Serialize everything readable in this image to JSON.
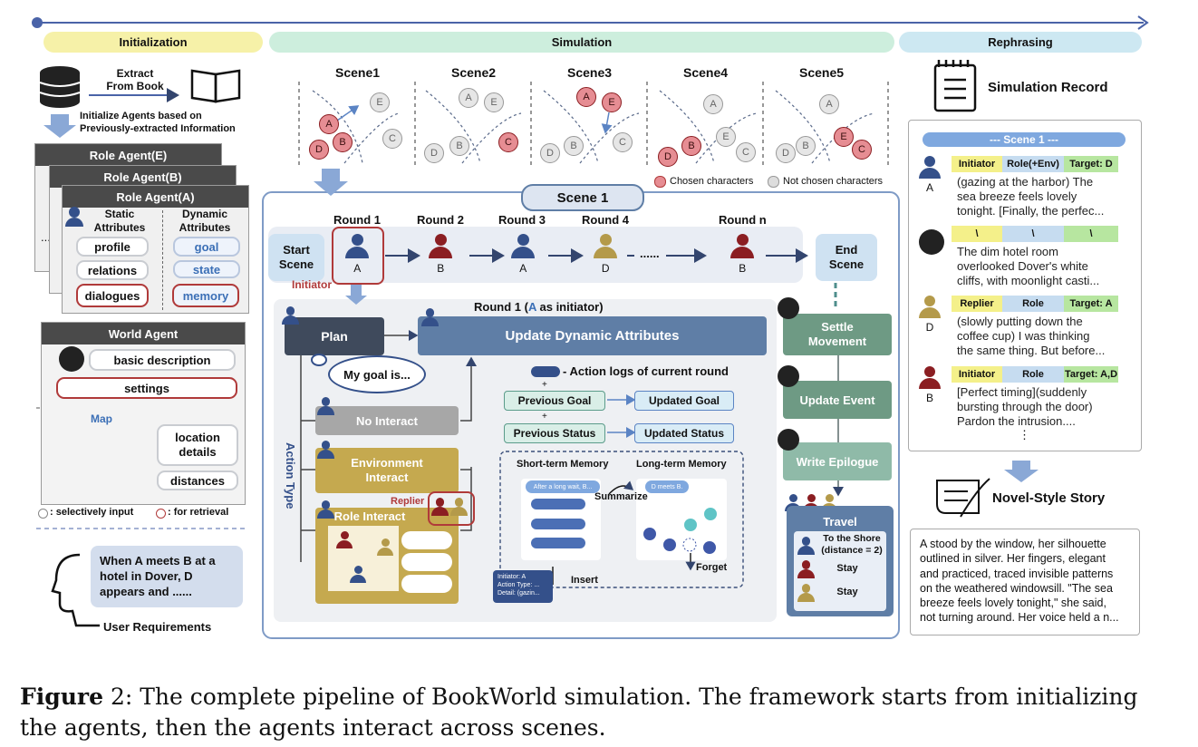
{
  "stages": {
    "initialization": "Initialization",
    "simulation": "Simulation",
    "rephrasing": "Rephrasing"
  },
  "init": {
    "extract_label": "Extract\nFrom Book",
    "initialize_label": "Initialize Agents based on\nPreviously-extracted Information",
    "role_agent_e": "Role Agent(E)",
    "role_agent_b": "Role Agent(B)",
    "role_agent_a": "Role Agent(A)",
    "static_attributes": "Static\nAttributes",
    "dynamic_attributes": "Dynamic\nAttributes",
    "profile": "profile",
    "relations": "relations",
    "dialogues": "dialogues",
    "goal": "goal",
    "state": "state",
    "memory": "memory",
    "ellipsis": "...",
    "world_agent": "World Agent",
    "basic_description": "basic description",
    "settings": "settings",
    "map_label": "Map",
    "location_details": "location\ndetails",
    "distances": "distances",
    "legend_selective": ": selectively input",
    "legend_retrieval": ": for retrieval",
    "user_text": "When A meets B at a\nhotel in Dover, D\nappears and ......",
    "user_requirements": "User Requirements"
  },
  "scenes": {
    "titles": [
      "Scene1",
      "Scene2",
      "Scene3",
      "Scene4",
      "Scene5"
    ],
    "legend_chosen": "Chosen characters",
    "legend_not_chosen": "Not chosen characters"
  },
  "scene1": {
    "title": "Scene 1",
    "rounds": [
      "Round 1",
      "Round 2",
      "Round 3",
      "Round 4",
      "Round n"
    ],
    "round_chars": [
      "A",
      "B",
      "A",
      "D",
      "B"
    ],
    "dots": "......",
    "start_scene": "Start\nScene",
    "end_scene": "End\nScene",
    "initiator": "Initiator",
    "round1_title": "Round 1",
    "round1_a": "A",
    "round1_suffix": "as initiator)",
    "plan": "Plan",
    "goal_thought": "My goal is...",
    "update_dynamic": "Update Dynamic Attributes",
    "action_logs": "- Action logs of current round",
    "previous_goal": "Previous Goal",
    "updated_goal": "Updated Goal",
    "previous_status": "Previous Status",
    "updated_status": "Updated Status",
    "action_type": "Action Type",
    "no_interact": "No Interact",
    "environment_interact": "Environment\nInteract",
    "role_interact": "Role Interact",
    "replier": "Replier",
    "short_term": "Short-term Memory",
    "long_term": "Long-term Memory",
    "after_wait": "After a long wait, B...",
    "d_meets_b": "D meets B.",
    "summarize": "Summarize",
    "forget": "Forget",
    "insert": "Insert",
    "log_card": "Initiator: A\nAction Type: ...\nDetail: (gazin...",
    "settle_movement": "Settle\nMovement",
    "update_event": "Update Event",
    "write_epilogue": "Write Epilogue",
    "travel": "Travel",
    "to_the_shore": "To the Shore\n(distance = 2)",
    "stay1": "Stay",
    "stay2": "Stay",
    "plus1": "+",
    "plus2": "+"
  },
  "record": {
    "title": "Simulation Record",
    "scene_header": "--- Scene 1 ---",
    "entries": [
      {
        "who": "A",
        "tags": [
          "Initiator",
          "Role(+Env)",
          "Target: D"
        ],
        "text": "(gazing at the harbor) The\nsea breeze feels lovely\ntonight. [Finally, the perfec..."
      },
      {
        "who": "",
        "tags": [
          "\\",
          "\\",
          "\\"
        ],
        "text": "The dim hotel room\noverlooked Dover's white\ncliffs, with moonlight casti..."
      },
      {
        "who": "D",
        "tags": [
          "Replier",
          "Role",
          "Target: A"
        ],
        "text": "(slowly putting down the\ncoffee cup) I was thinking\nthe same thing. But before..."
      },
      {
        "who": "B",
        "tags": [
          "Initiator",
          "Role",
          "Target: A,D"
        ],
        "text": "[Perfect timing](suddenly\nbursting through the door)\nPardon the intrusion...."
      }
    ],
    "vdots": "⋮",
    "novel_title": "Novel-Style Story",
    "novel_text": "A stood by the window, her silhouette\noutlined in silver. Her fingers, elegant\nand practiced, traced invisible patterns\non the weathered windowsill. \"The sea\nbreeze feels lovely tonight,\" she said,\nnot turning around. Her voice held a n..."
  },
  "caption": {
    "label": "Figure",
    "number": "2",
    "text": ": The complete pipeline of BookWorld simulation. The framework starts from initializing the agents, then the agents interact across scenes."
  },
  "colors": {
    "blue": "#34508a",
    "red": "#8b1e22",
    "gold": "#b49a4a",
    "init_bar": "#f6f1a8",
    "sim_bar": "#cdeedd",
    "reph_bar": "#cde8f2",
    "panel": "#5f7ea6",
    "green": "#6e9a84"
  }
}
